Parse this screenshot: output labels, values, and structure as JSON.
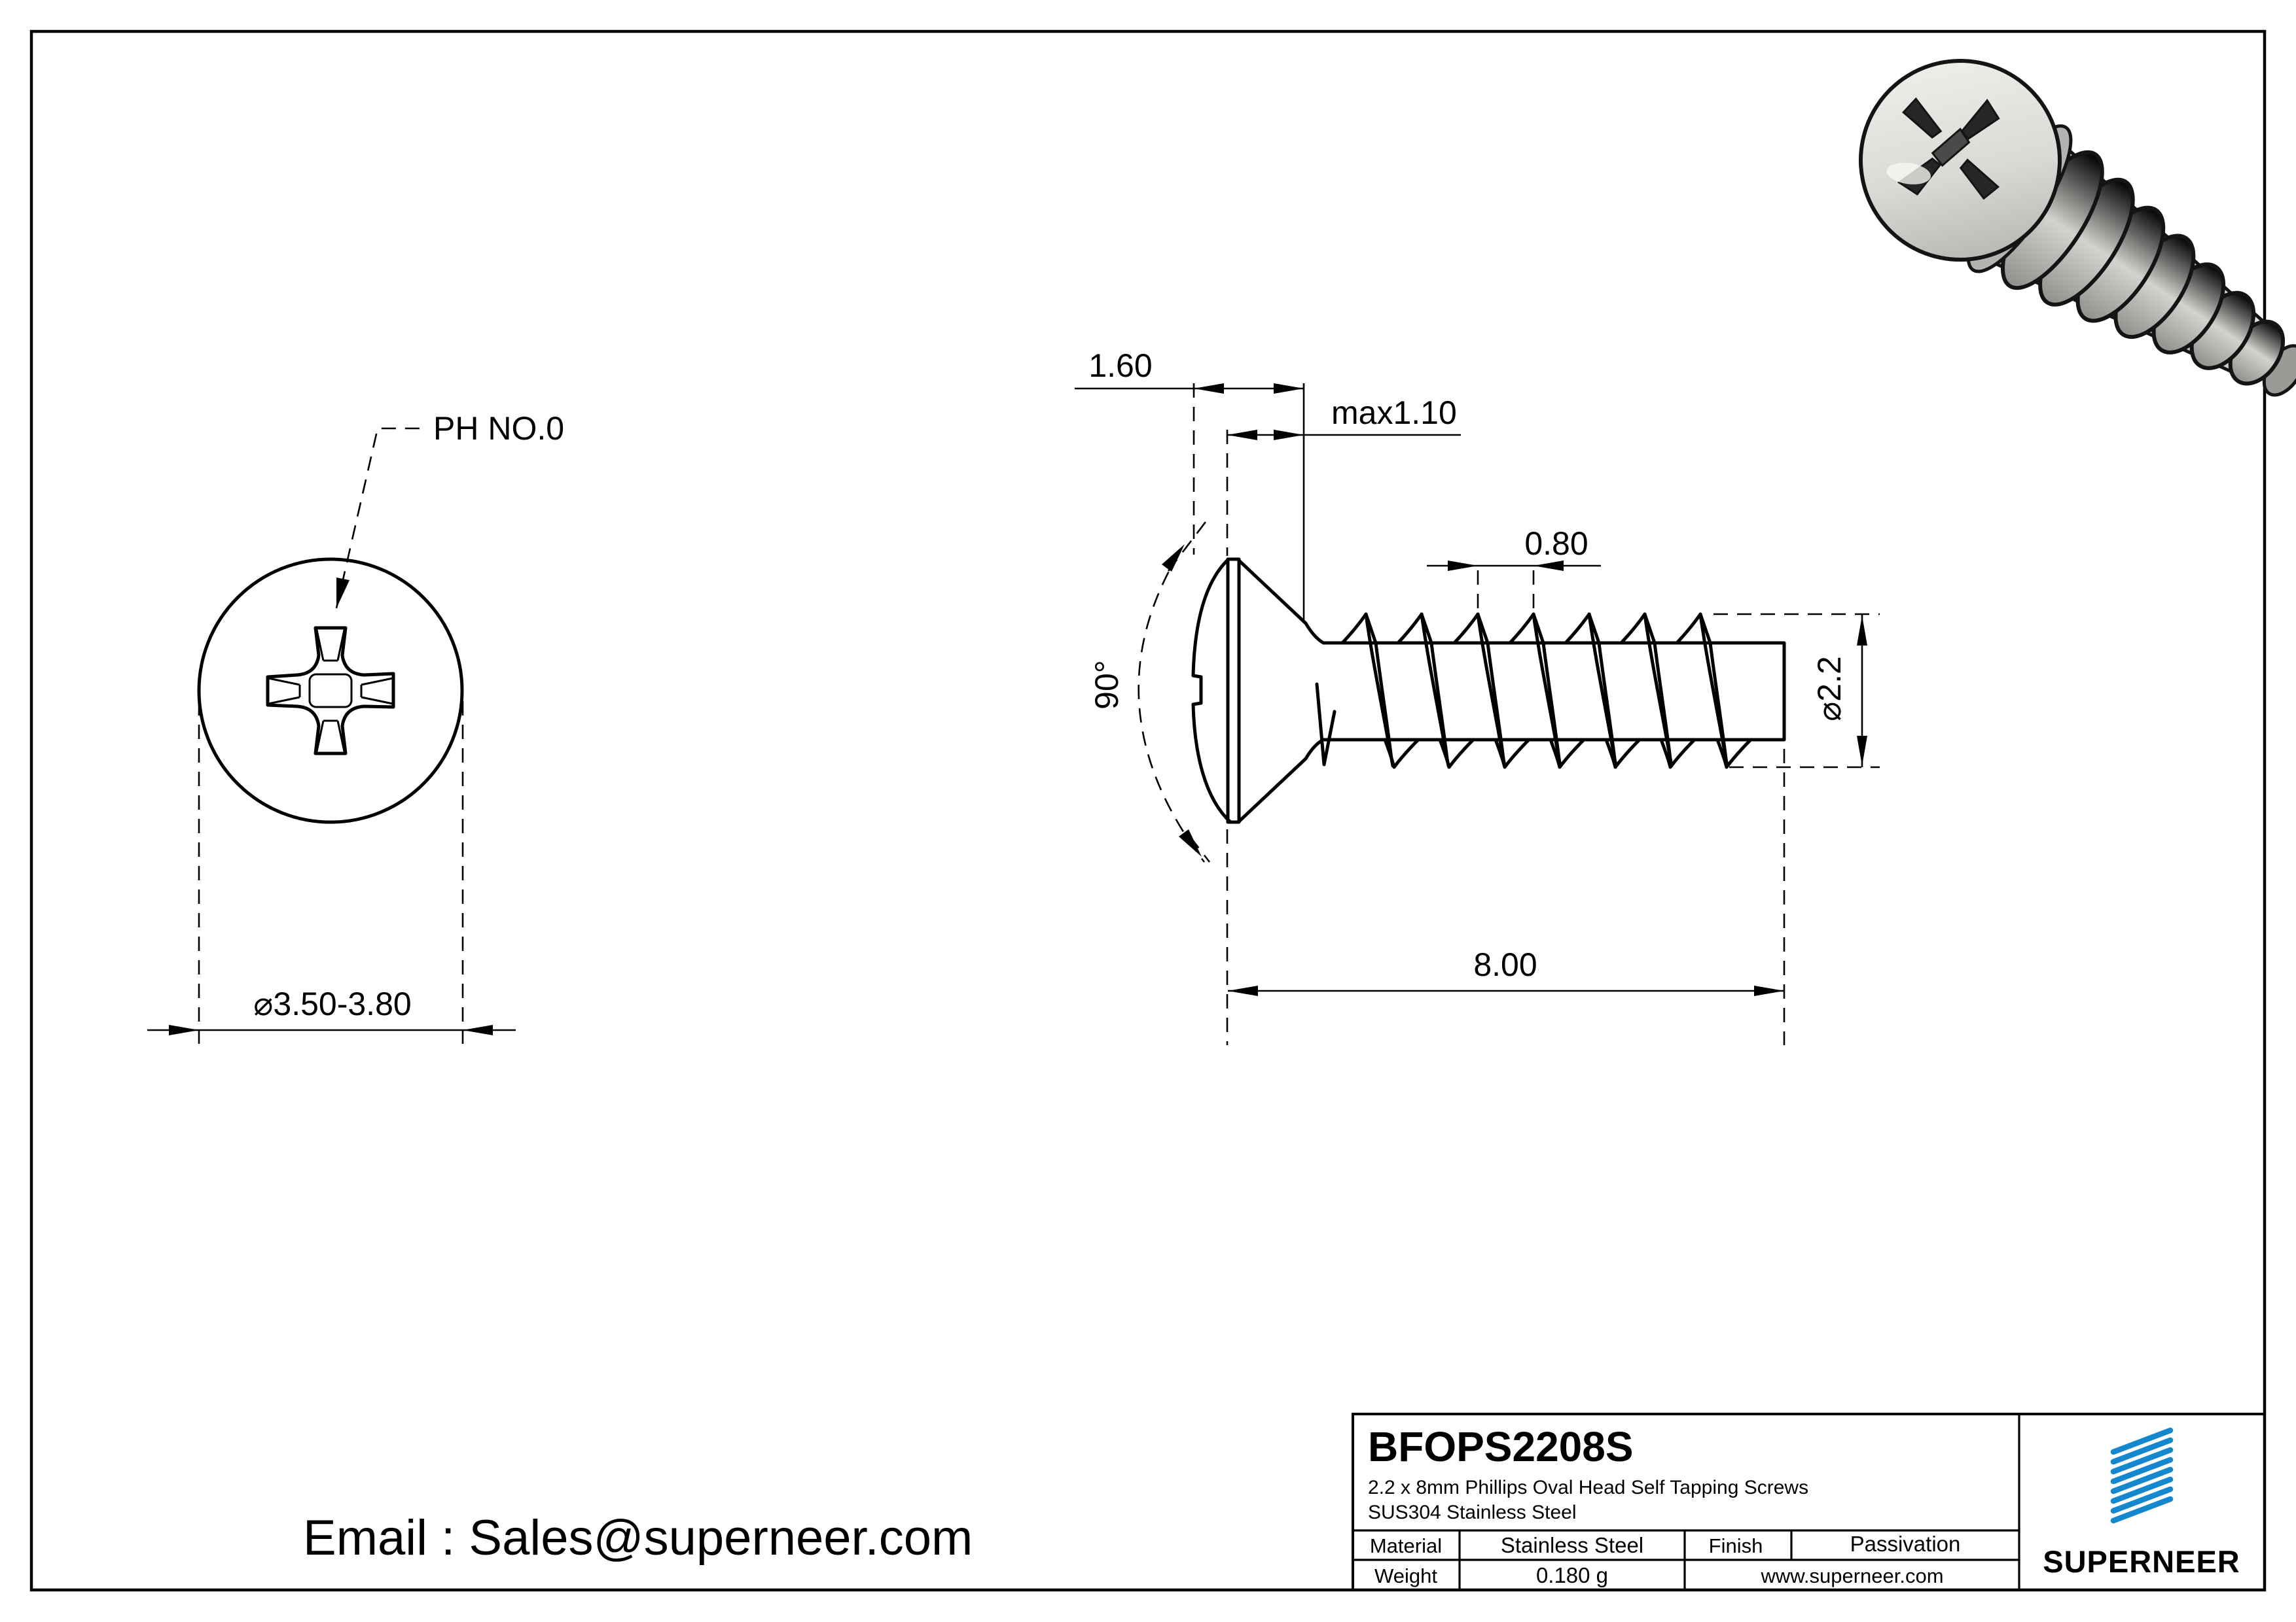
{
  "drawing": {
    "part_number": "BFOPS2208S",
    "description_line1": "2.2 x 8mm Phillips Oval Head Self Tapping Screws",
    "description_line2": "SUS304 Stainless Steel",
    "material_label": "Material",
    "material_value": "Stainless Steel",
    "finish_label": "Finish",
    "finish_value": "Passivation",
    "weight_label": "Weight",
    "weight_value": "0.180 g",
    "website": "www.superneer.com",
    "brand": "SUPERNEER",
    "email": "Email : Sales@superneer.com",
    "accent_blue": "#1487CE"
  },
  "dimensions": {
    "recess": "PH NO.0",
    "head_diameter": "⌀3.50-3.80",
    "head_height": "1.60",
    "oval_height": "max1.10",
    "pitch": "0.80",
    "countersink_angle": "90°",
    "thread_diameter": "⌀2.2",
    "length": "8.00"
  }
}
